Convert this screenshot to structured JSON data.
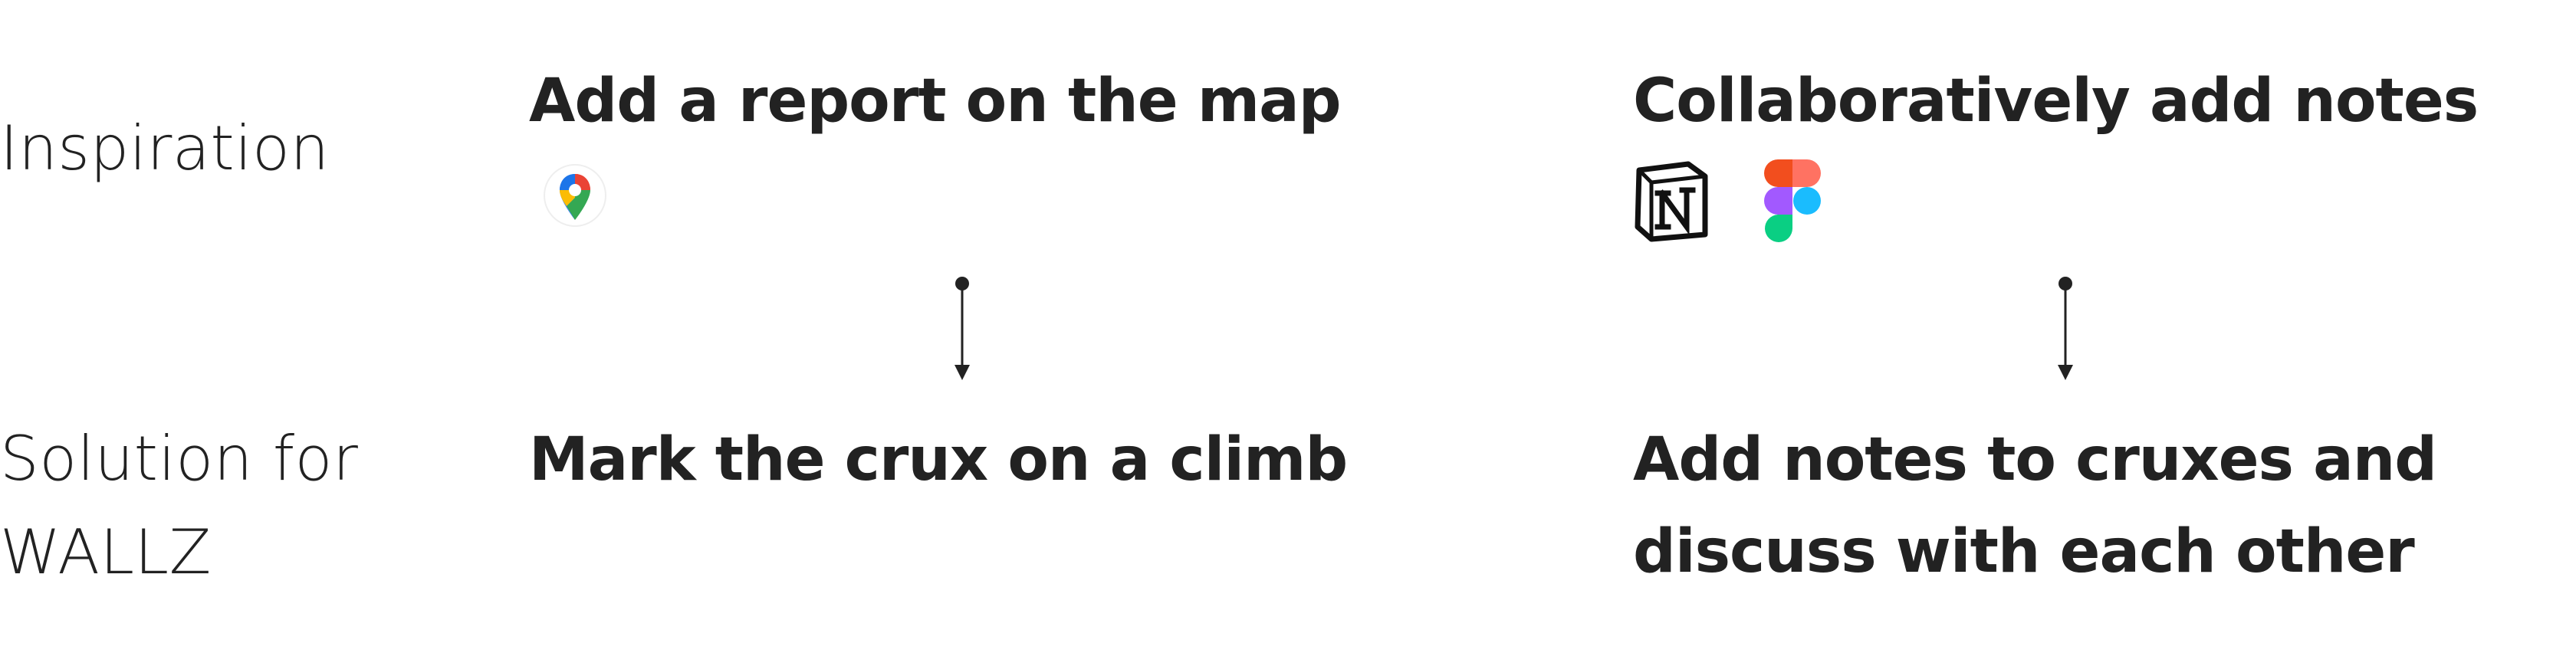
{
  "rows": {
    "inspiration_label": "Inspiration",
    "solution_label": "Solution for\nWALLZ"
  },
  "columns": [
    {
      "inspiration": "Add a report on the map",
      "solution": "Mark the crux on a climb",
      "icons": [
        "google-maps-icon"
      ]
    },
    {
      "inspiration": "Collaboratively add notes",
      "solution": "Add notes to cruxes and\ndiscuss with each other",
      "icons": [
        "notion-icon",
        "figma-icon"
      ]
    }
  ],
  "colors": {
    "text": "#222222",
    "arrow": "#222222",
    "figma_red": "#F24E1E",
    "figma_orange": "#FF7262",
    "figma_purple": "#A259FF",
    "figma_blue": "#1ABCFE",
    "figma_green": "#0ACF83",
    "maps_blue": "#4285F4",
    "maps_red": "#EA4335",
    "maps_yellow": "#FBBC04",
    "maps_green": "#34A853"
  }
}
